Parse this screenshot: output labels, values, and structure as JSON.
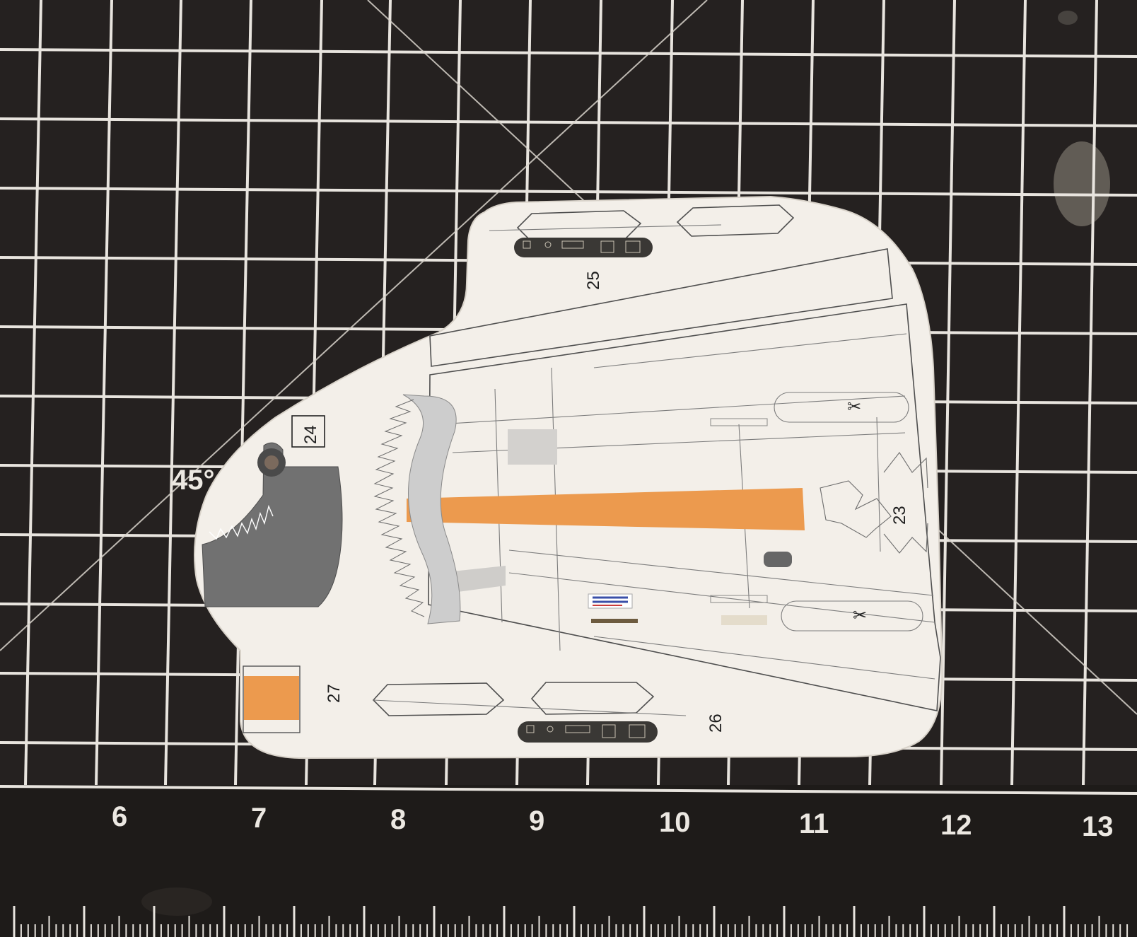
{
  "photo": {
    "subject": "Paper model sheet on a gridded cutting mat",
    "colors": {
      "mat": "#1e1b19",
      "grid": "#e8e4de",
      "paper": "#f3efe9",
      "orange": "#ec9a4e",
      "gray_panel": "#717171",
      "light_gray": "#c9c9c9"
    }
  },
  "mat": {
    "angle_label": "45°",
    "ruler_numbers": [
      "6",
      "7",
      "8",
      "9",
      "10",
      "11",
      "12",
      "13"
    ]
  },
  "sheet": {
    "part_labels": [
      "23",
      "24",
      "25",
      "26",
      "27"
    ],
    "icons": [
      "scissors-icon",
      "scissors-icon"
    ]
  }
}
